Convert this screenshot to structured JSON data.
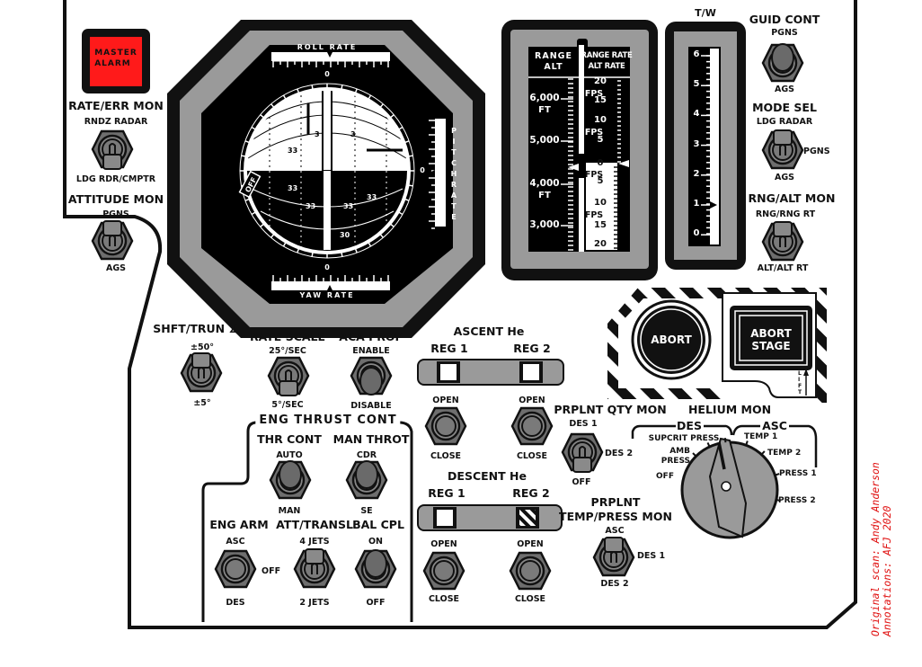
{
  "master_alarm": {
    "label_line1": "MASTER",
    "label_line2": "ALARM",
    "color": "#ff1a1a"
  },
  "rate_err_mon": {
    "title": "RATE/ERR MON",
    "up": "RNDZ RADAR",
    "down": "LDG RDR/CMPTR",
    "position": "down"
  },
  "attitude_mon": {
    "title": "ATTITUDE MON",
    "up": "PGNS",
    "down": "AGS",
    "position": "up"
  },
  "fdai": {
    "roll_rate_label": "ROLL RATE",
    "yaw_rate_label": "YAW RATE",
    "pitch_rate_label": "PITCH RATE",
    "zero_label": "0",
    "off_flag": "OFF",
    "ball_markings": [
      "3",
      "33",
      "30",
      "3",
      "33",
      "33",
      "30"
    ]
  },
  "range_alt": {
    "left_title_line1": "RANGE",
    "left_title_line2": "ALT",
    "right_title_line1": "RANGE RATE",
    "right_title_line2": "ALT RATE",
    "alt_ticks": [
      "6,000",
      "5,000",
      "4,000",
      "3,000"
    ],
    "alt_unit": "FT",
    "rate_ticks_up": [
      "20",
      "15",
      "10",
      "5",
      "0"
    ],
    "rate_ticks_down": [
      "5",
      "10",
      "15",
      "20"
    ],
    "rate_unit": "FPS",
    "alt_indicated_ft": 4400,
    "rate_indicated_fps": 0
  },
  "thrust_weight": {
    "title": "T/W",
    "ticks": [
      "6",
      "5",
      "4",
      "3",
      "2",
      "1",
      "0"
    ],
    "indicated": 1.0
  },
  "guid_cont": {
    "title": "GUID CONT",
    "up": "PGNS",
    "down": "AGS",
    "position": "up"
  },
  "mode_sel": {
    "title": "MODE SEL",
    "up": "LDG RADAR",
    "right": "PGNS",
    "down": "AGS",
    "position": "up"
  },
  "rng_alt_mon": {
    "title": "RNG/ALT MON",
    "up": "RNG/RNG RT",
    "down": "ALT/ALT RT",
    "position": "up"
  },
  "shft_trun": {
    "title": "SHFT/TRUN ∡",
    "up": "±50°",
    "down": "±5°",
    "position": "up"
  },
  "rate_scale": {
    "title": "RATE SCALE",
    "up": "25°/SEC",
    "down": "5°/SEC",
    "position": "down"
  },
  "aca_prop": {
    "title": "ACA PROP",
    "up": "ENABLE",
    "down": "DISABLE",
    "position": "down"
  },
  "eng_thrust_cont": {
    "title": "ENG THRUST CONT",
    "thr_cont": {
      "title": "THR CONT",
      "up": "AUTO",
      "down": "MAN",
      "position": "up"
    },
    "man_throt": {
      "title": "MAN THROT",
      "up": "CDR",
      "down": "SE",
      "position": "up"
    },
    "eng_arm": {
      "title": "ENG ARM",
      "up": "ASC",
      "right": "OFF",
      "down": "DES",
      "position": "center"
    },
    "att_transl": {
      "title": "ATT/TRANSL",
      "up": "4 JETS",
      "down": "2 JETS",
      "position": "up"
    },
    "bal_cpl": {
      "title": "BAL CPL",
      "up": "ON",
      "down": "OFF",
      "position": "up"
    }
  },
  "ascent_he": {
    "title": "ASCENT He",
    "reg1": {
      "label": "REG 1",
      "flag": "gray",
      "up": "OPEN",
      "down": "CLOSE"
    },
    "reg2": {
      "label": "REG 2",
      "flag": "gray",
      "up": "OPEN",
      "down": "CLOSE"
    }
  },
  "descent_he": {
    "title": "DESCENT He",
    "reg1": {
      "label": "REG 1",
      "flag": "gray",
      "up": "OPEN",
      "down": "CLOSE"
    },
    "reg2": {
      "label": "REG 2",
      "flag": "barber-pole",
      "up": "OPEN",
      "down": "CLOSE"
    }
  },
  "prplnt_qty_mon": {
    "title": "PRPLNT QTY MON",
    "up": "DES 1",
    "right": "DES 2",
    "down": "OFF",
    "position": "down"
  },
  "prplnt_temp_press_mon": {
    "title_line1": "PRPLNT",
    "title_line2": "TEMP/PRESS MON",
    "up": "ASC",
    "right": "DES 1",
    "down": "DES 2",
    "position": "up"
  },
  "abort": {
    "label": "ABORT"
  },
  "abort_stage": {
    "label_line1": "ABORT",
    "label_line2": "STAGE",
    "lift_label": "LIFT"
  },
  "helium_mon": {
    "title": "HELIUM MON",
    "group_des": "DES",
    "group_asc": "ASC",
    "positions": [
      "OFF",
      "AMB PRESS",
      "SUPCRIT PRESS",
      "TEMP 1",
      "TEMP 2",
      "PRESS 1",
      "PRESS 2"
    ],
    "selected": "SUPCRIT PRESS"
  },
  "credits": {
    "line1": "Original scan: Andy Anderson",
    "line2": "Annotations: AFJ 2020"
  }
}
